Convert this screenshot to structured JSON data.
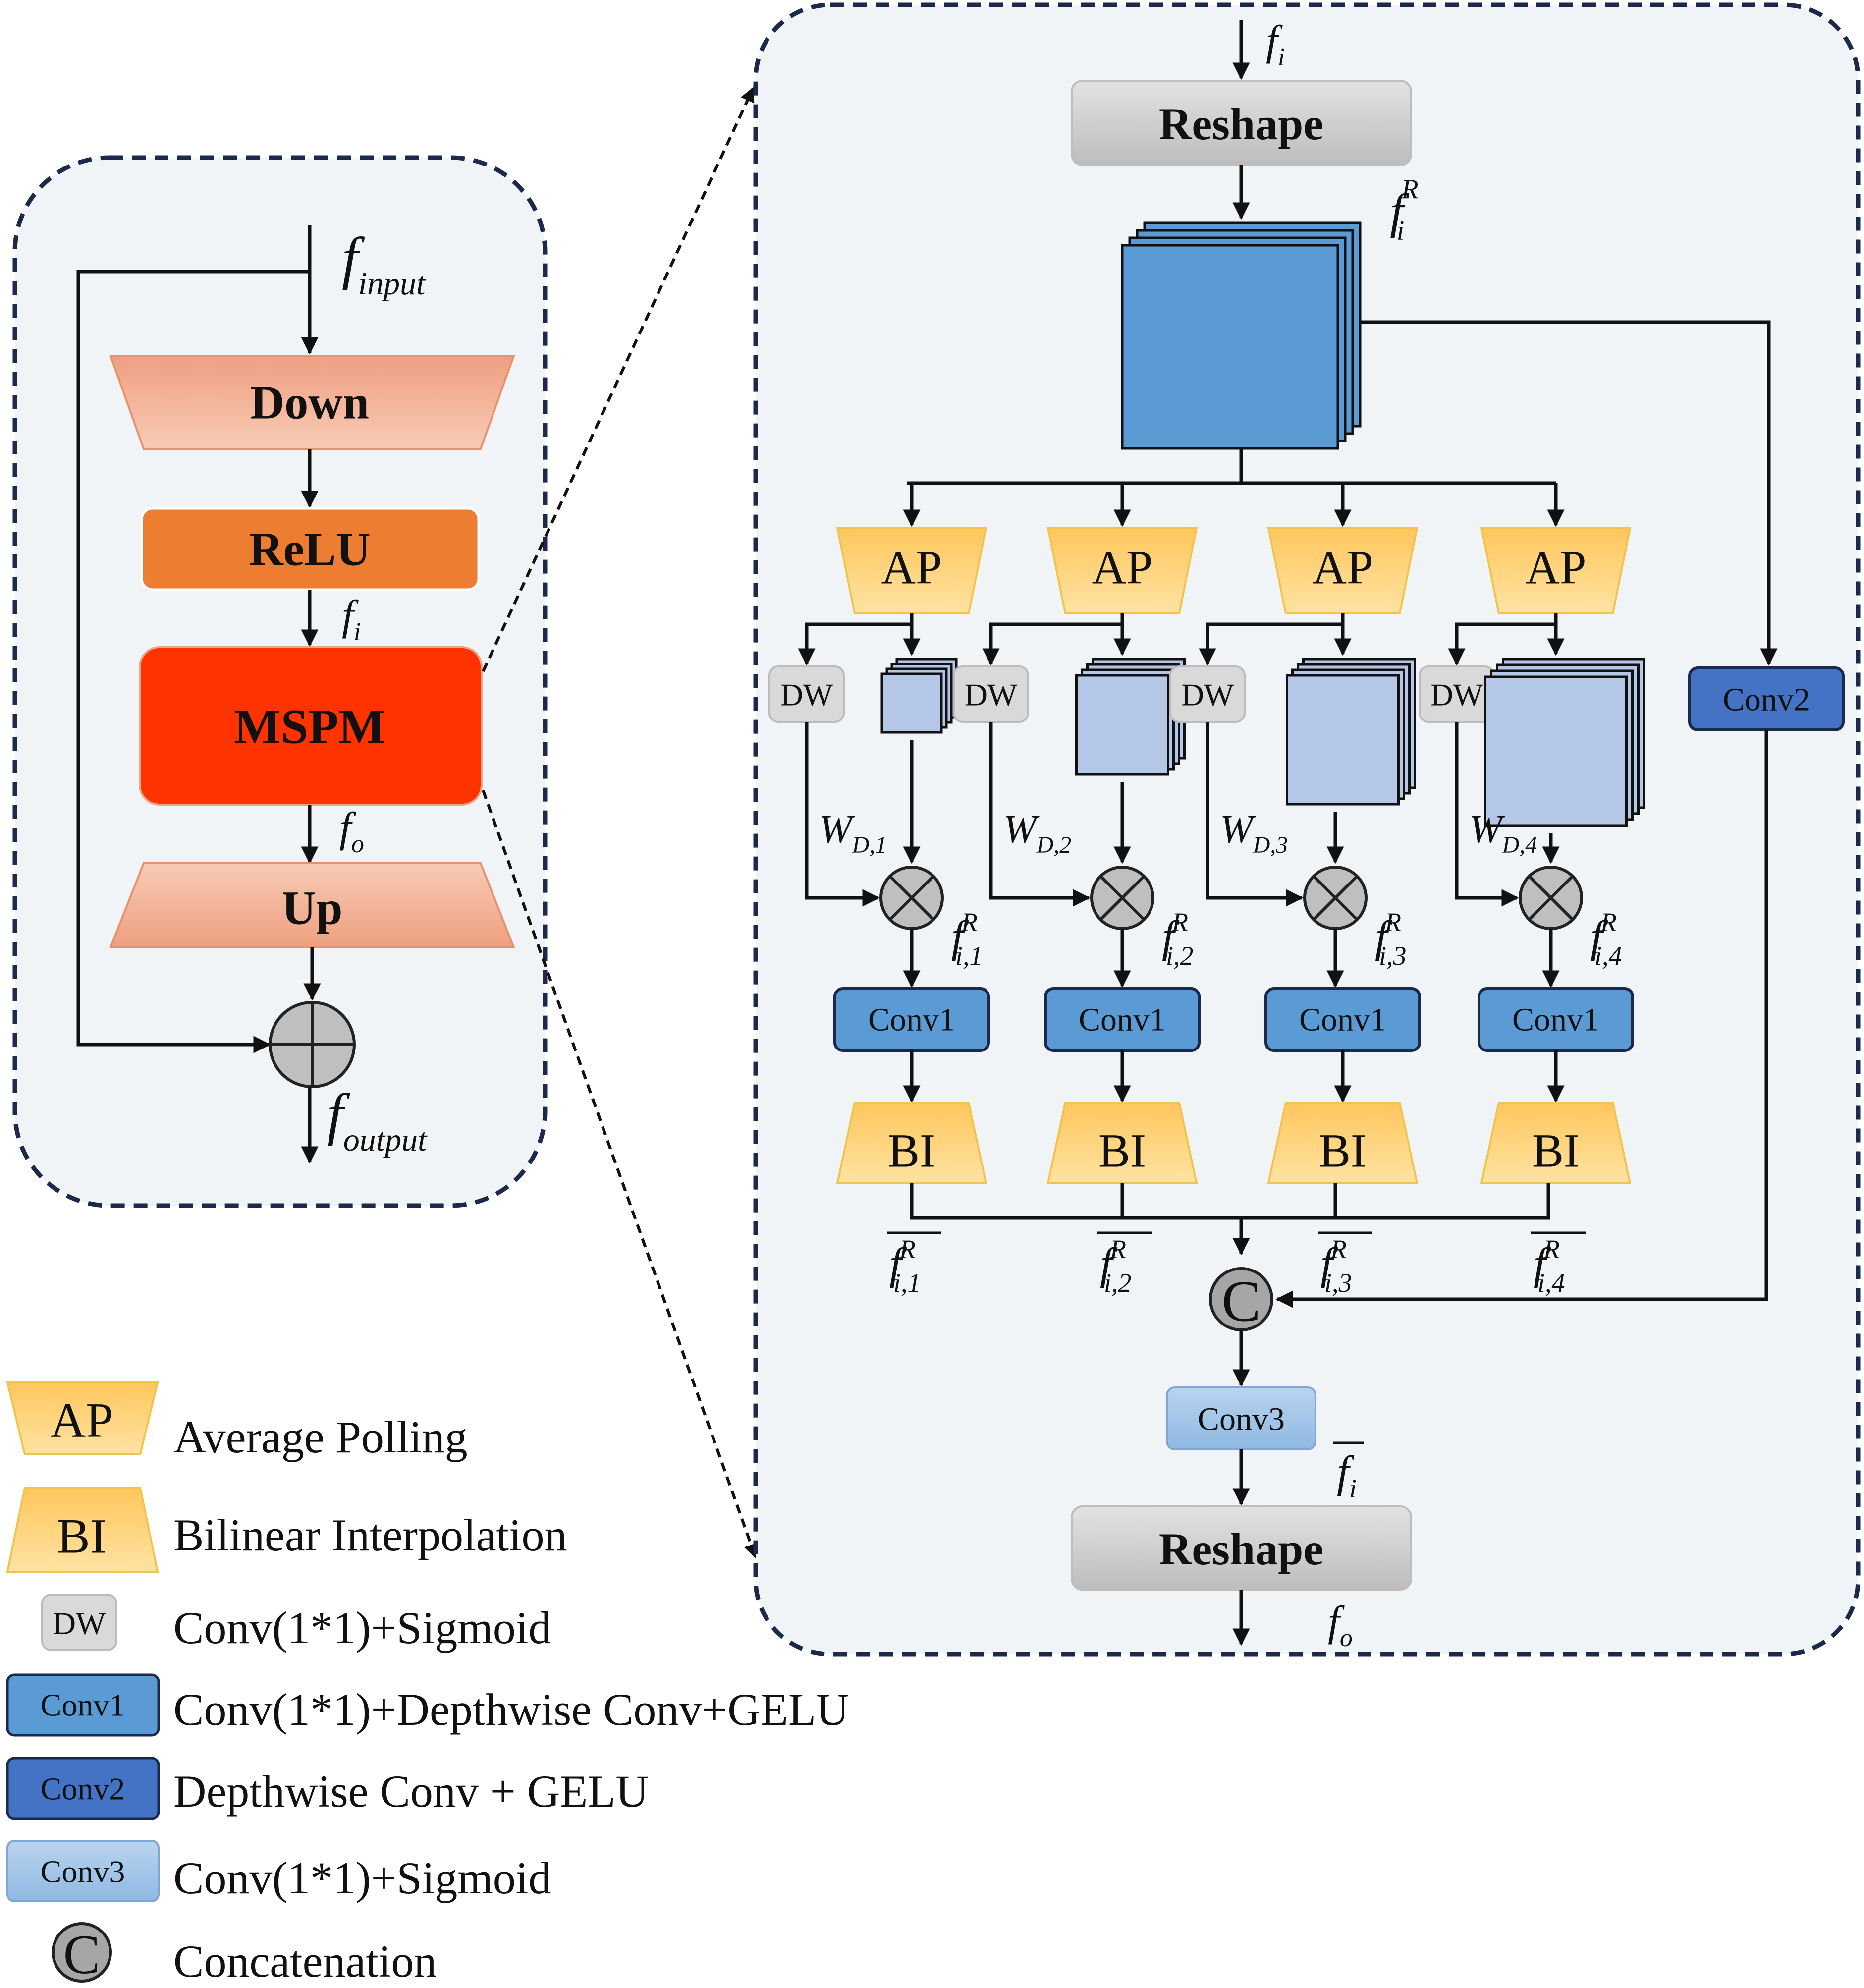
{
  "left_module": {
    "input_label": {
      "f": "f",
      "sub": "input"
    },
    "down_label": "Down",
    "relu_label": "ReLU",
    "fi_label": {
      "f": "f",
      "sub": "i"
    },
    "mspm_label": "MSPM",
    "fo_label": {
      "f": "f",
      "sub": "o"
    },
    "up_label": "Up",
    "output_label": {
      "f": "f",
      "sub": "output"
    }
  },
  "right_module": {
    "input_label": {
      "f": "f",
      "sub": "i"
    },
    "reshape_top_label": "Reshape",
    "fiR_label": {
      "f": "f",
      "sub": "i",
      "sup": "R"
    },
    "branches": [
      {
        "ap": "AP",
        "dw": "DW",
        "w": "W",
        "w_sub": "D,1",
        "f": "f",
        "f_sub": "i,1",
        "f_sup": "R",
        "conv": "Conv1",
        "bi": "BI",
        "fbar": "f",
        "fbar_sub": "i,1",
        "fbar_sup": "R"
      },
      {
        "ap": "AP",
        "dw": "DW",
        "w": "W",
        "w_sub": "D,2",
        "f": "f",
        "f_sub": "i,2",
        "f_sup": "R",
        "conv": "Conv1",
        "bi": "BI",
        "fbar": "f",
        "fbar_sub": "i,2",
        "fbar_sup": "R"
      },
      {
        "ap": "AP",
        "dw": "DW",
        "w": "W",
        "w_sub": "D,3",
        "f": "f",
        "f_sub": "i,3",
        "f_sup": "R",
        "conv": "Conv1",
        "bi": "BI",
        "fbar": "f",
        "fbar_sub": "i,3",
        "fbar_sup": "R"
      },
      {
        "ap": "AP",
        "dw": "DW",
        "w": "W",
        "w_sub": "D,4",
        "f": "f",
        "f_sub": "i,4",
        "f_sup": "R",
        "conv": "Conv1",
        "bi": "BI",
        "fbar": "f",
        "fbar_sub": "i,4",
        "fbar_sup": "R"
      }
    ],
    "conv2_label": "Conv2",
    "concat_label": "C",
    "conv3_label": "Conv3",
    "fbar_i_label": {
      "f": "f",
      "sub": "i"
    },
    "reshape_bottom_label": "Reshape",
    "output_label": {
      "f": "f",
      "sub": "o"
    }
  },
  "legend": [
    {
      "key": "AP",
      "desc": "Average Polling"
    },
    {
      "key": "BI",
      "desc": "Bilinear Interpolation"
    },
    {
      "key": "DW",
      "desc": "Conv(1*1)+Sigmoid"
    },
    {
      "key": "Conv1",
      "desc": "Conv(1*1)+Depthwise Conv+GELU"
    },
    {
      "key": "Conv2",
      "desc": "Depthwise Conv + GELU"
    },
    {
      "key": "Conv3",
      "desc": "Conv(1*1)+Sigmoid"
    },
    {
      "key": "C",
      "desc": "Concatenation"
    }
  ],
  "colors": {
    "panel_bg": "#f1f4f6",
    "panel_border": "#1b2a4a",
    "down_up_fill": "#f2b197",
    "relu_fill": "#ed7d31",
    "mspm_fill": "#ff3300",
    "reshape_fill": "#d0d0d0",
    "ap_bi_fill": "#ffd37a",
    "dw_fill": "#d9d9d9",
    "conv1_fill": "#5b9bd5",
    "conv2_fill": "#4472c4",
    "conv3_fill": "#9dc3e6",
    "feature_big": "#5b9bd5",
    "feature_small": "#b4c7e7",
    "op_circle": "#bfbfbf"
  }
}
